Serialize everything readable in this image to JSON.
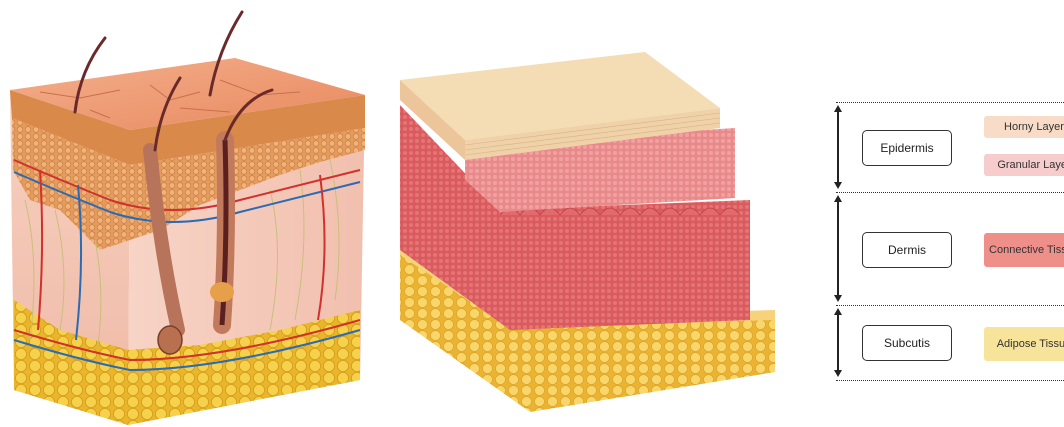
{
  "legend": {
    "layers": [
      {
        "name": "Epidermis",
        "subs": [
          {
            "label": "Horny Layer",
            "color": "#f8dcc8"
          },
          {
            "label": "Granular Layer",
            "color": "#f6cccc"
          }
        ]
      },
      {
        "name": "Dermis",
        "subs": [
          {
            "label": "Connective Tissue",
            "color": "#ee8f8a"
          }
        ]
      },
      {
        "name": "Subcutis",
        "subs": [
          {
            "label": "Adipose Tissue",
            "color": "#f7e49a"
          }
        ]
      }
    ]
  },
  "colors": {
    "skin_surface": "#f0a07c",
    "epidermis_texture": "#d98a4a",
    "dermis": "#f3c6b6",
    "fat": "#f2c93b",
    "hair": "#6b2a2a",
    "vein": "#2b6ab4",
    "artery": "#d0312d",
    "horny_layer": "#f2dcb4",
    "connective": "#d9545a",
    "adipose": "#f5c94a"
  }
}
